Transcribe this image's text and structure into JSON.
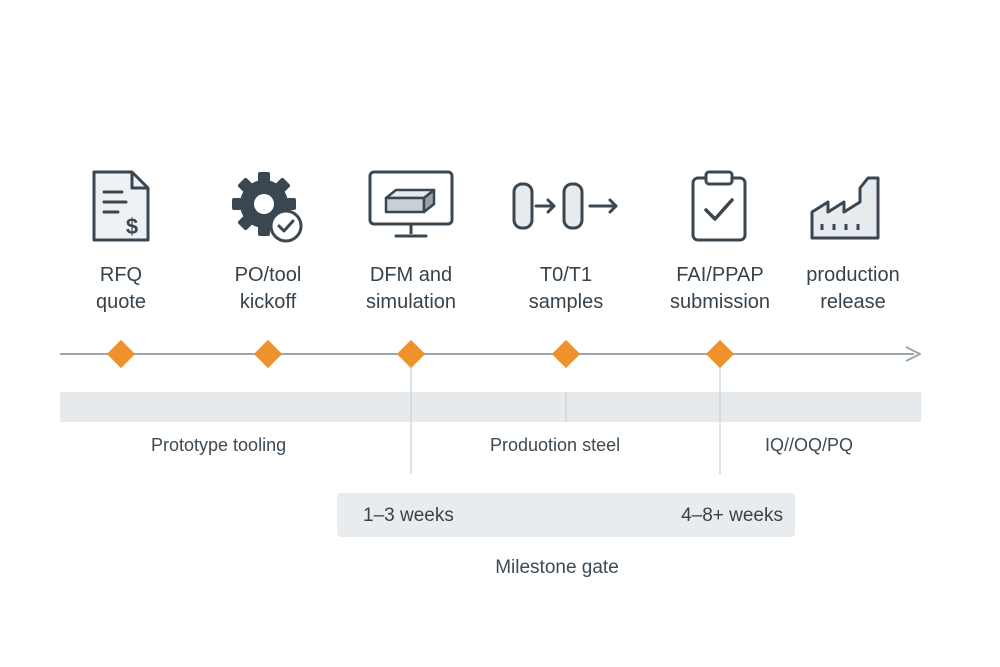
{
  "colors": {
    "ink": "#3a4650",
    "accent": "#f0922b",
    "axis": "#9aa6b0",
    "band": "#e7eaec"
  },
  "milestones": [
    {
      "icon": "rfq-document-icon",
      "line1": "RFQ",
      "line2": "quote"
    },
    {
      "icon": "gear-check-icon",
      "line1": "PO/tool",
      "line2": "kickoff"
    },
    {
      "icon": "monitor-block-icon",
      "line1": "DFM and",
      "line2": "simulation"
    },
    {
      "icon": "samples-arrow-icon",
      "line1": "T0/T1",
      "line2": "samples"
    },
    {
      "icon": "clipboard-check-icon",
      "line1": "FAI/PPAP",
      "line2": "submission"
    },
    {
      "icon": "factory-icon",
      "line1": "production",
      "line2": "release"
    }
  ],
  "phases": [
    "Prototype tooling",
    "Produotion steel",
    "IQ//OQ/PQ"
  ],
  "durations": {
    "left": "1–3 weeks",
    "right": "4–8+ weeks"
  },
  "gate_label": "Milestone gate"
}
